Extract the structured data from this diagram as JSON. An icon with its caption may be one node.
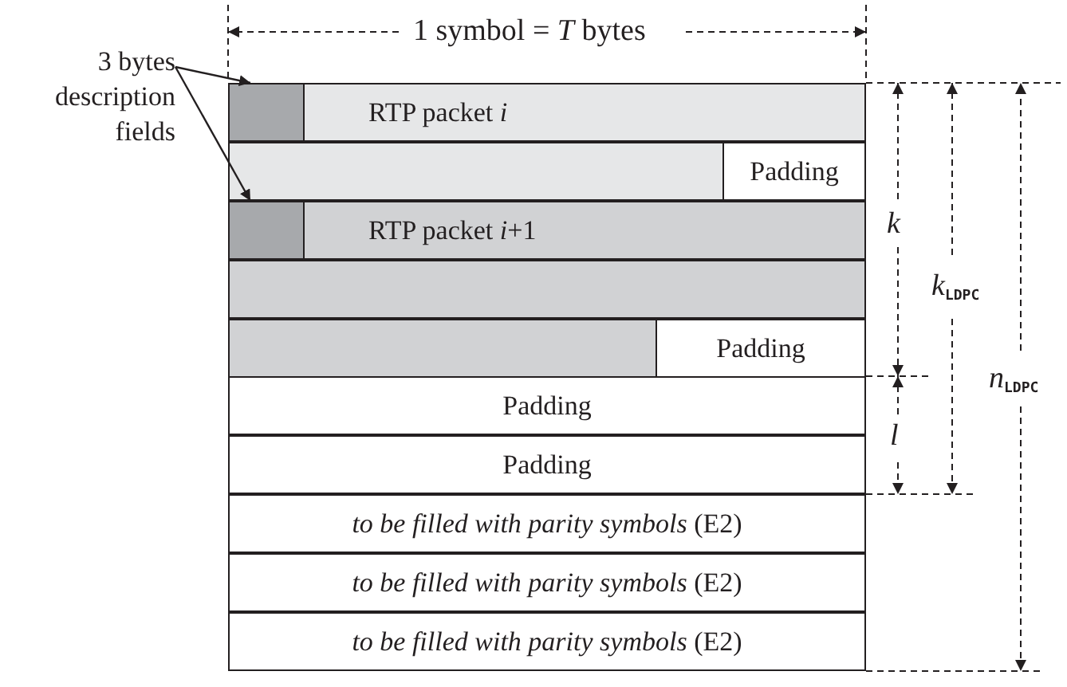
{
  "diagram": {
    "nodes": [
      {
        "text": [
          "3 bytes description fields"
        ]
      },
      {
        "text": [],
        "shape": "box"
      },
      {
        "text": [
          "RTP packet *i*"
        ]
      },
      {
        "text": [],
        "shape": "box"
      },
      {
        "text": [
          "Padding"
        ]
      },
      {
        "text": [],
        "shape": "box"
      },
      {
        "text": [
          "RTP packet *i*+1"
        ]
      },
      {
        "text": [],
        "shape": "box"
      },
      {
        "text": [],
        "shape": "box"
      },
      {
        "text": [
          "Padding"
        ]
      },
      {
        "text": [
          "Padding"
        ]
      },
      {
        "text": [
          "Padding"
        ]
      },
      {
        "text": [
          "*to be filled with parity symbols* (E2)"
        ]
      },
      {
        "text": [
          "*to be filled with parity symbols* (E2)"
        ]
      },
      {
        "text": [
          "*to be filled with parity symbols* (E2)"
        ]
      }
    ],
    "edges": [
      {
        "from": 0,
        "to": 1,
        "arrow": "to"
      },
      {
        "from": 0,
        "to": 5,
        "arrow": "to"
      }
    ],
    "labels": [
      "1 symbol = *T* bytes",
      "k",
      "*k*$_{LDPC}$",
      "l",
      "*n*$_{LDPC}$"
    ]
  }
}
